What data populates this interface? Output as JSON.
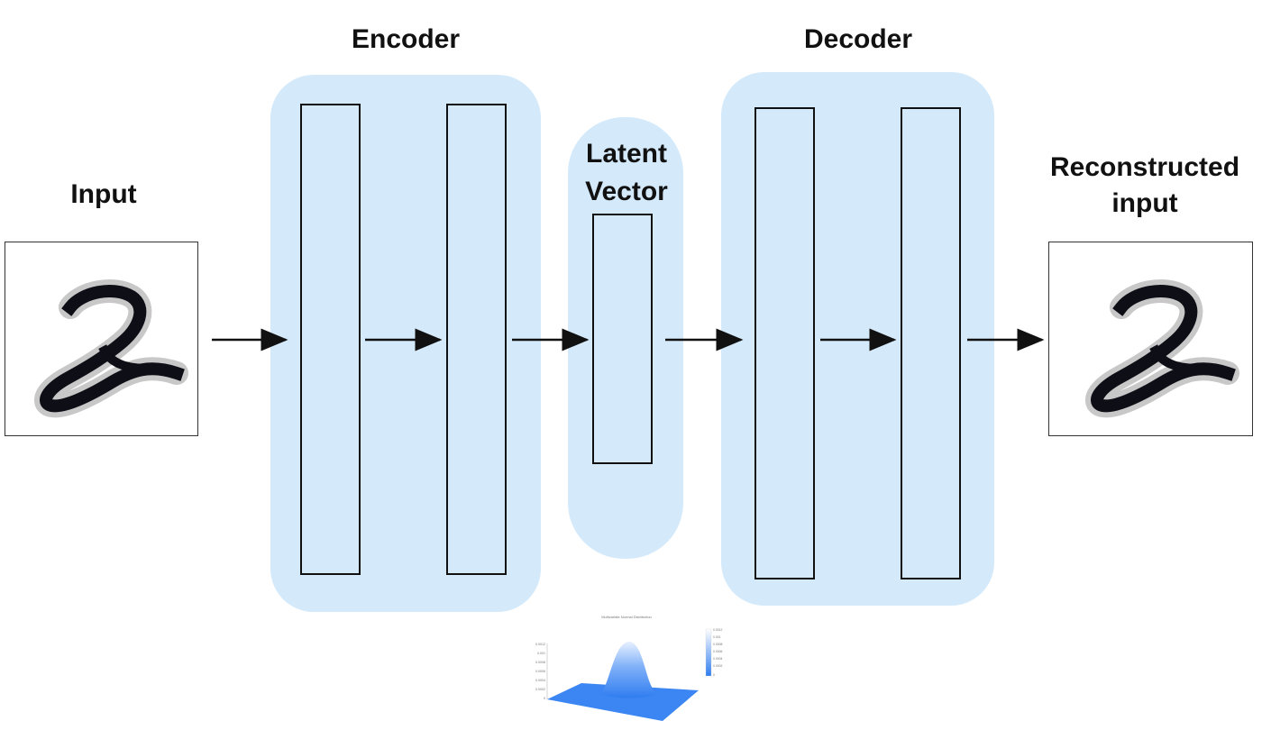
{
  "labels": {
    "encoder": "Encoder",
    "decoder": "Decoder",
    "latent_line1": "Latent",
    "latent_line2": "Vector",
    "input": "Input",
    "reconstructed_line1": "Reconstructed",
    "reconstructed_line2": "input"
  },
  "colors": {
    "panel": "#d4eafb",
    "stroke": "#111111",
    "surface": "#2f7df0"
  },
  "mini_chart": {
    "title": "Multivariate Normal Distribution",
    "z_ticks": [
      "0.0012",
      "0.001",
      "0.0008",
      "0.0006",
      "0.0004",
      "0.0002",
      "0"
    ],
    "colorbar_ticks": [
      "0.0012",
      "0.001",
      "0.0008",
      "0.0006",
      "0.0004",
      "0.0002",
      "0"
    ]
  }
}
